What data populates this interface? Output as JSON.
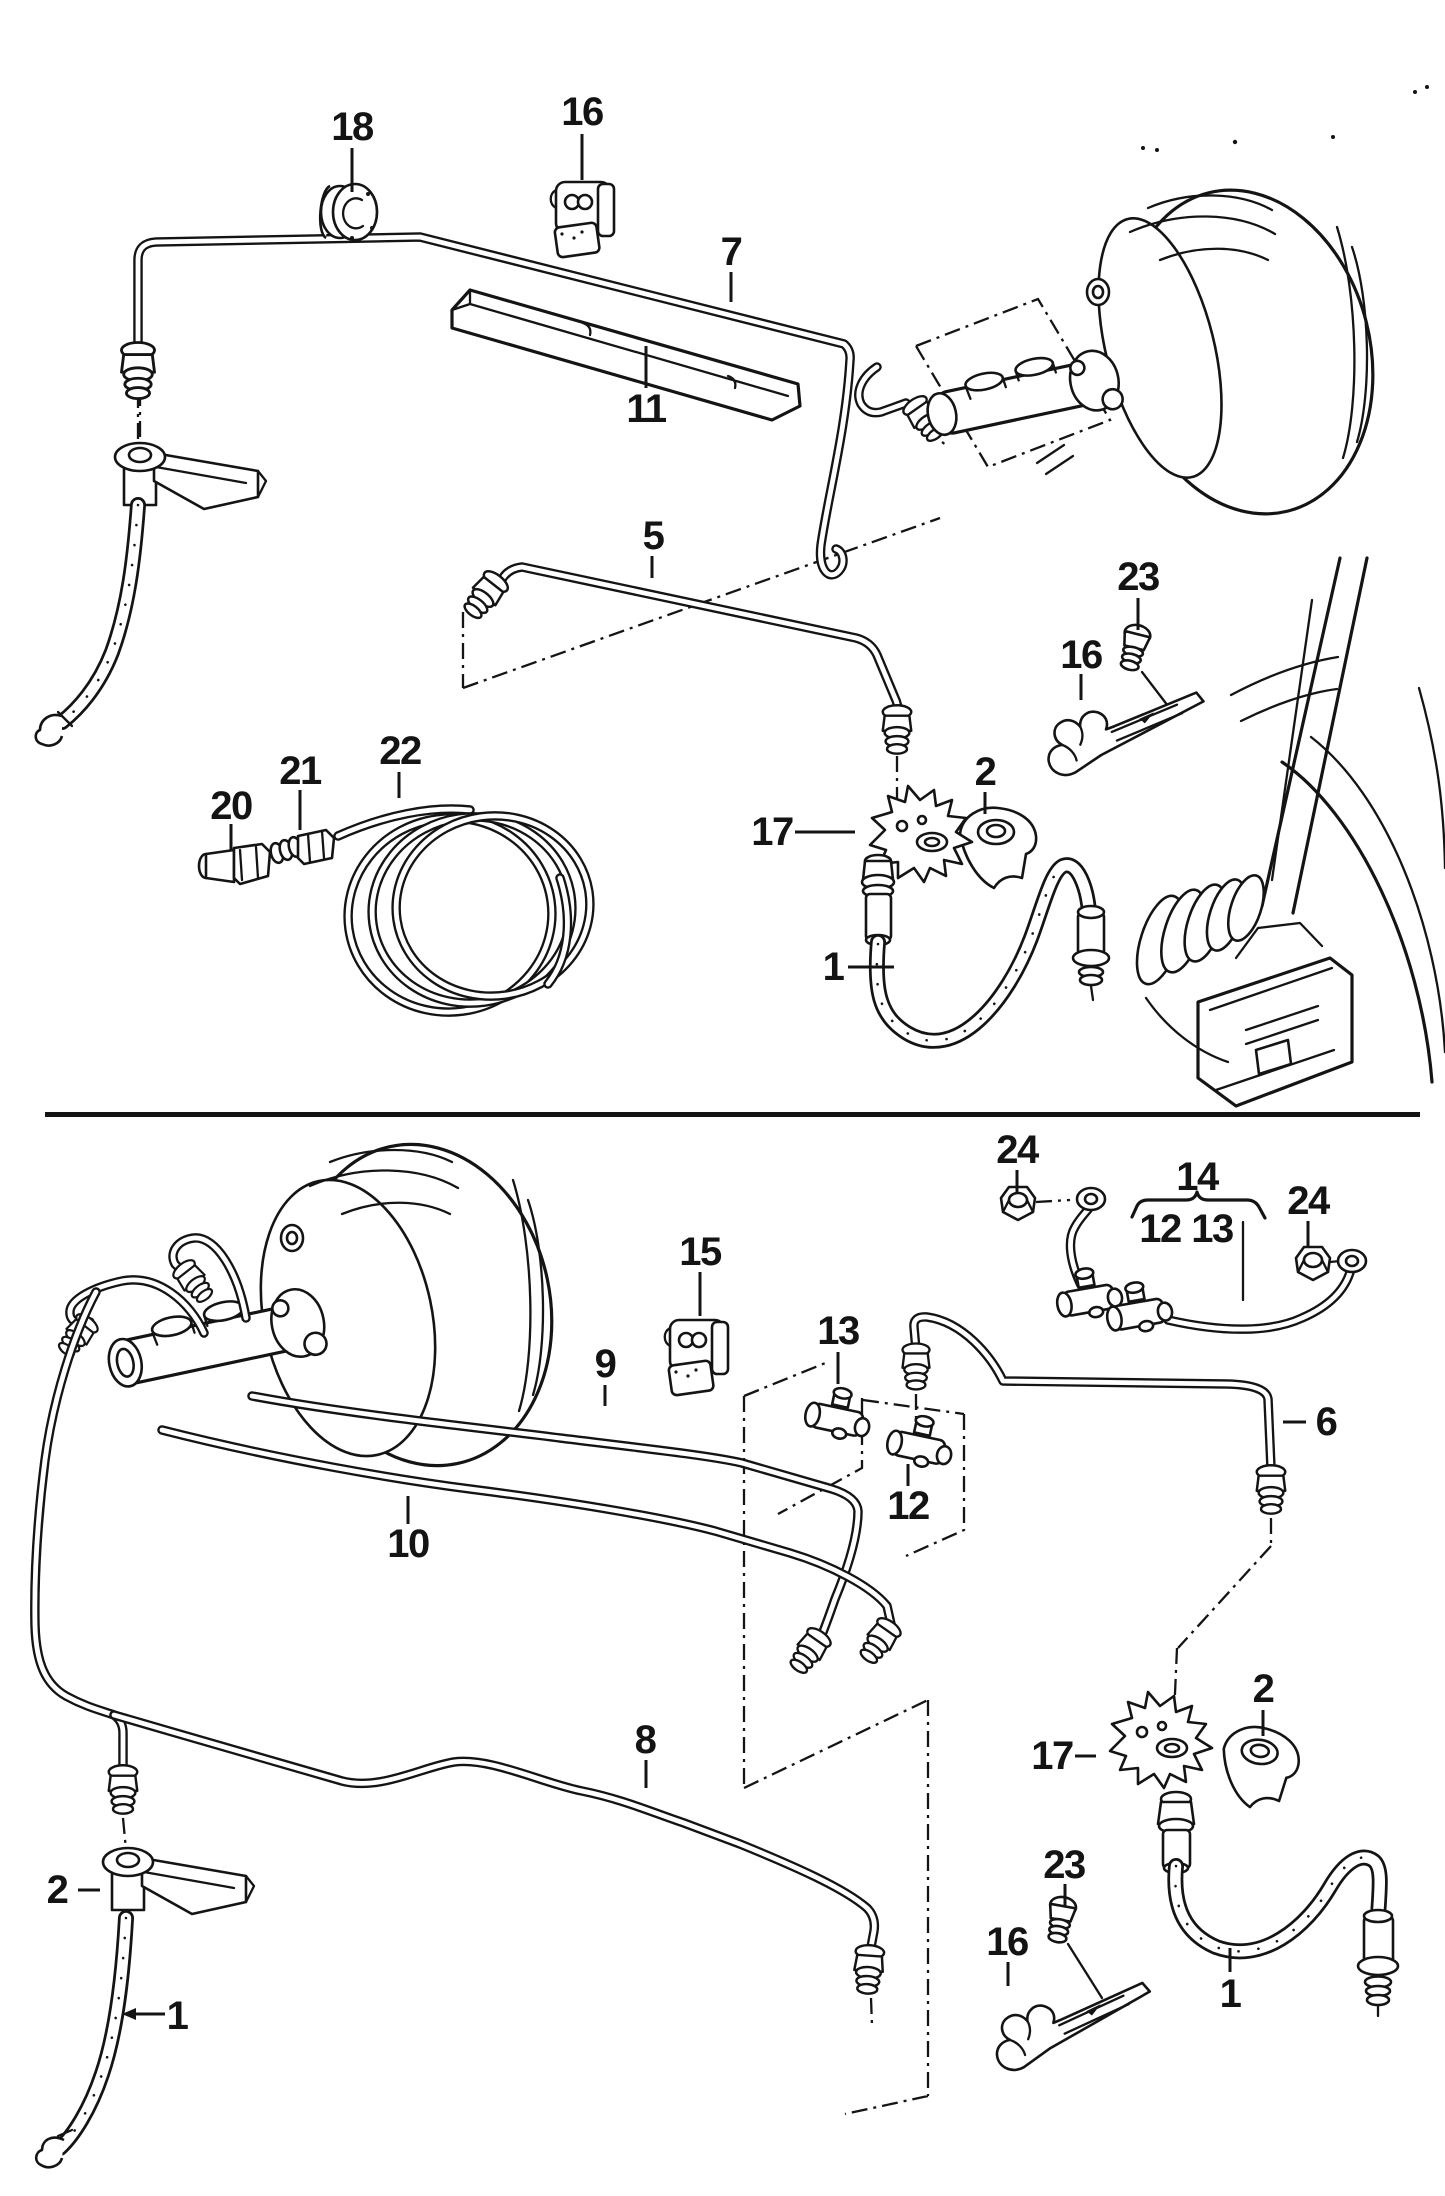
{
  "figure": {
    "kind": "exploded-parts-diagram",
    "subject": "brake pipes and hoses"
  },
  "colors": {
    "ink": "#141414",
    "paper": "#ffffff"
  },
  "callouts": [
    {
      "label": "18"
    },
    {
      "label": "16"
    },
    {
      "label": "7"
    },
    {
      "label": "11"
    },
    {
      "label": "5"
    },
    {
      "label": "23"
    },
    {
      "label": "16"
    },
    {
      "label": "2"
    },
    {
      "label": "17"
    },
    {
      "label": "20"
    },
    {
      "label": "21"
    },
    {
      "label": "22"
    },
    {
      "label": "1"
    },
    {
      "label": "24"
    },
    {
      "label": "14"
    },
    {
      "label": "12"
    },
    {
      "label": "13"
    },
    {
      "label": "24"
    },
    {
      "label": "15"
    },
    {
      "label": "13"
    },
    {
      "label": "9"
    },
    {
      "label": "6"
    },
    {
      "label": "12"
    },
    {
      "label": "10"
    },
    {
      "label": "8"
    },
    {
      "label": "2"
    },
    {
      "label": "17"
    },
    {
      "label": "2"
    },
    {
      "label": "23"
    },
    {
      "label": "16"
    },
    {
      "label": "1"
    },
    {
      "label": "1"
    }
  ]
}
